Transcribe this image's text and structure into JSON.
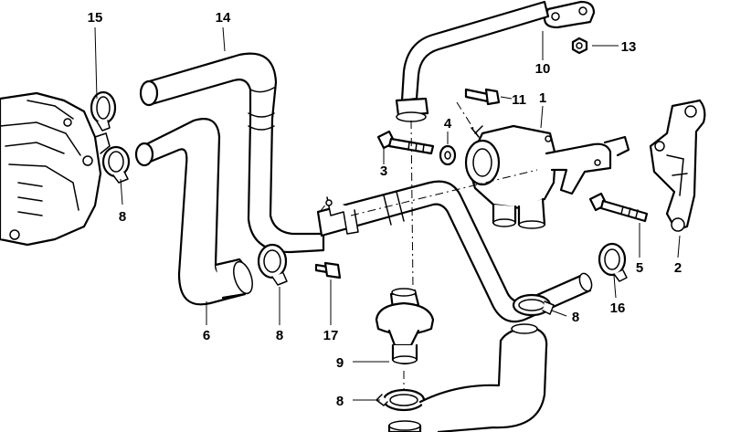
{
  "callouts": {
    "c1": "1",
    "c2": "2",
    "c3": "3",
    "c4": "4",
    "c5": "5",
    "c6": "6",
    "c8a": "8",
    "c8b": "8",
    "c8c": "8",
    "c8d": "8",
    "c9": "9",
    "c10": "10",
    "c11": "11",
    "c13": "13",
    "c14": "14",
    "c15": "15",
    "c16": "16",
    "c17": "17"
  }
}
